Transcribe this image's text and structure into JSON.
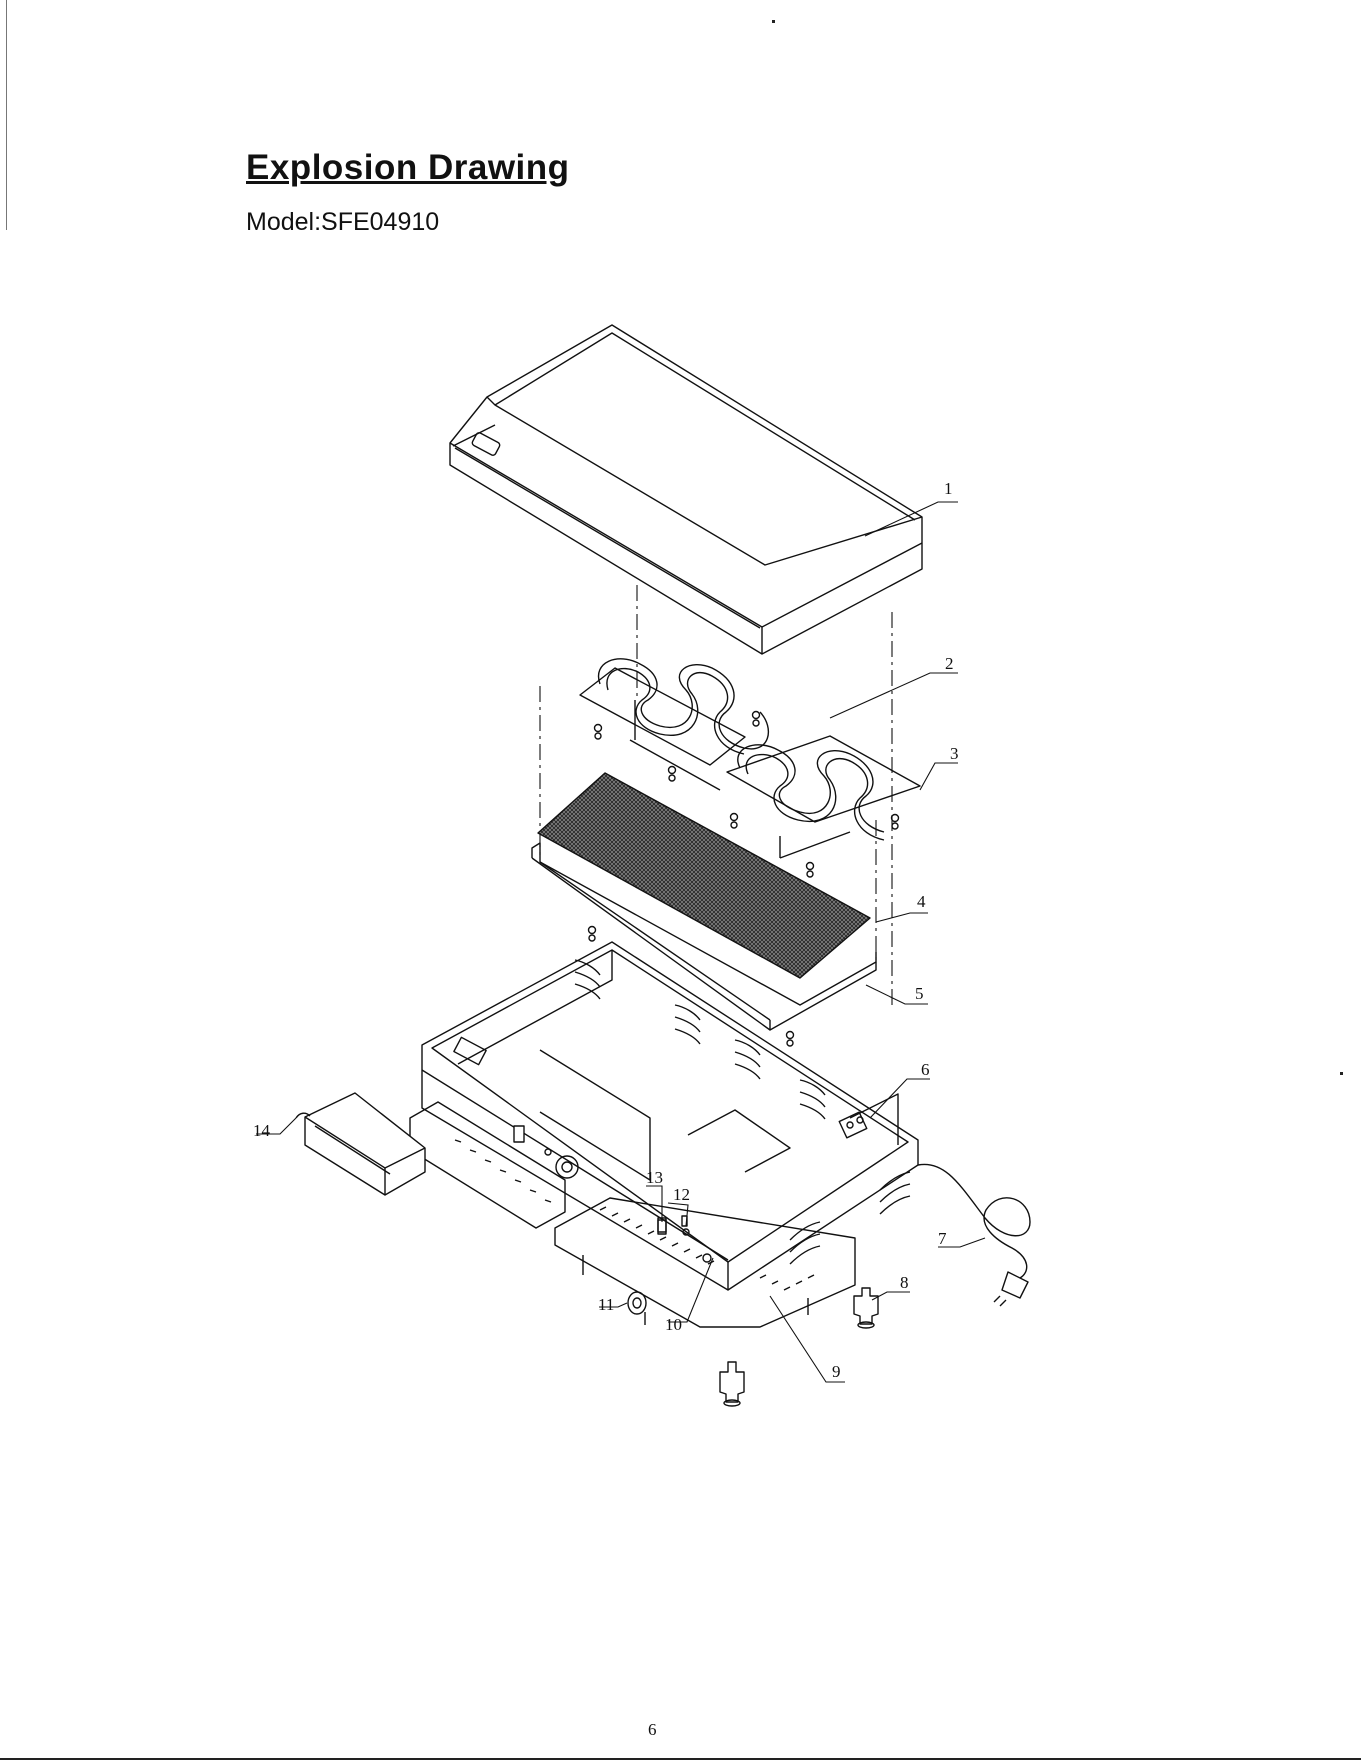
{
  "document": {
    "title": "Explosion Drawing",
    "model": "Model:SFE04910",
    "page_number": "6"
  },
  "diagram": {
    "callouts": [
      "1",
      "2",
      "3",
      "4",
      "5",
      "6",
      "7",
      "8",
      "9",
      "10",
      "11",
      "12",
      "13",
      "14"
    ]
  }
}
